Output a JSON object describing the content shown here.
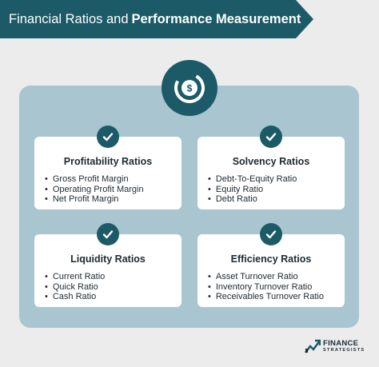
{
  "header": {
    "title_light": "Financial Ratios and",
    "title_bold": "Performance Measurement"
  },
  "center_icon": "dollar-pie-chart-icon",
  "categories": [
    {
      "title": "Profitability Ratios",
      "items": [
        "Gross Profit Margin",
        "Operating Profit Margin",
        "Net Profit Margin"
      ]
    },
    {
      "title": "Solvency Ratios",
      "items": [
        "Debt-To-Equity Ratio",
        "Equity Ratio",
        "Debt Ratio"
      ]
    },
    {
      "title": "Liquidity Ratios",
      "items": [
        "Current Ratio",
        "Quick Ratio",
        "Cash Ratio"
      ]
    },
    {
      "title": "Efficiency Ratios",
      "items": [
        "Asset Turnover Ratio",
        "Inventory Turnover Ratio",
        "Receivables Turnover Ratio"
      ]
    }
  ],
  "brand": {
    "line1": "FINANCE",
    "line2": "STRATEGISTS"
  },
  "colors": {
    "primary": "#1b5a66",
    "panel": "#a9c5cf",
    "card": "#ffffff",
    "background": "#ececec"
  }
}
